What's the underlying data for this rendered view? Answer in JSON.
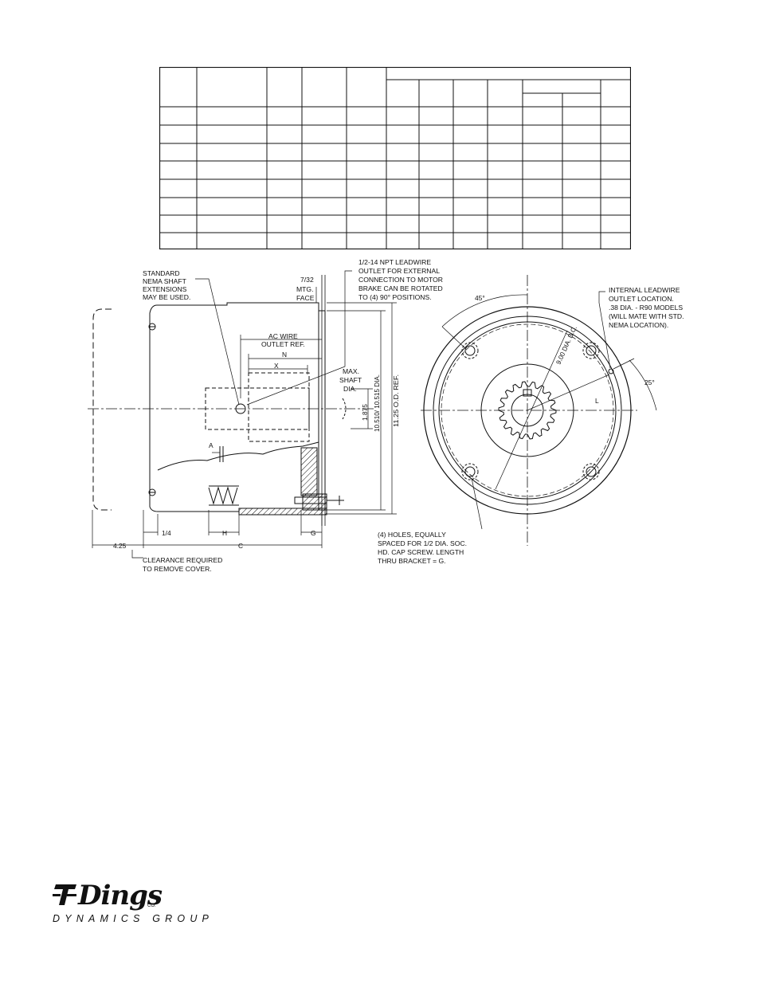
{
  "labels": {
    "standard_nema": [
      "STANDARD",
      "NEMA SHAFT",
      "EXTENSIONS",
      "MAY BE USED."
    ],
    "mtg_face": [
      "7/32",
      "MTG.",
      "FACE"
    ],
    "leadwire_outlet": [
      "1/2-14 NPT LEADWIRE",
      "OUTLET FOR EXTERNAL",
      "CONNECTION TO MOTOR",
      "BRAKE CAN BE ROTATED",
      "TO (4) 90° POSITIONS."
    ],
    "ac_wire": [
      "AC WIRE",
      "OUTLET REF."
    ],
    "max_shaft": [
      "MAX.",
      "SHAFT",
      "DIA."
    ],
    "internal_outlet": [
      "INTERNAL LEADWIRE",
      "OUTLET LOCATION.",
      ".38 DIA. - R90 MODELS",
      "(WILL MATE WITH STD.",
      "NEMA LOCATION)."
    ],
    "holes_note": [
      "(4) HOLES, EQUALLY",
      "SPACED FOR 1/2 DIA. SOC.",
      "HD. CAP SCREW. LENGTH",
      "THRU BRACKET = G."
    ],
    "clearance": [
      "CLEARANCE REQUIRED",
      "TO REMOVE COVER."
    ]
  },
  "dims": {
    "n": "N",
    "x": "X",
    "a": "A",
    "h": "H",
    "g": "G",
    "c": "C",
    "l": "L",
    "quarter": "1/4",
    "clearance_value": "4.25",
    "pilot_dia": "1.875",
    "face_dia": "10.510/ 10.515 DIA.",
    "od_ref": "11.25 O.D. REF.",
    "angle_45": "45°",
    "angle_25": "25°",
    "bolt_circle": "9.00 DIA. B.C."
  },
  "logo": {
    "name": "Dings",
    "co": "CO.",
    "group": "DYNAMICS GROUP"
  }
}
